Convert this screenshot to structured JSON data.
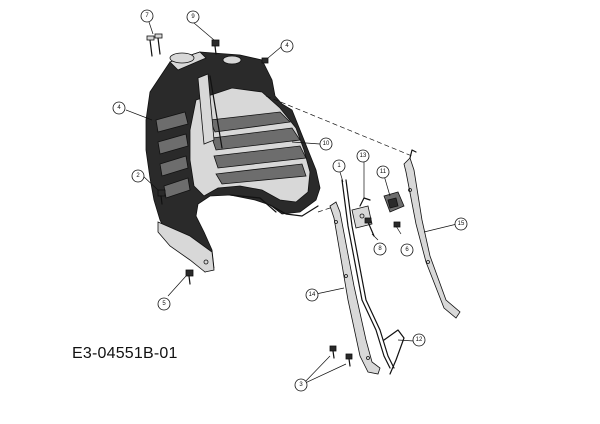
{
  "drawing_id": "E3-04551B-01",
  "callouts": {
    "c1": "1",
    "c2": "2",
    "c3": "3",
    "c4a": "4",
    "c4b": "4",
    "c5": "5",
    "c6": "6",
    "c7": "7",
    "c8": "8",
    "c9": "9",
    "c10": "10",
    "c11": "11",
    "c12": "12",
    "c13": "13",
    "c14": "14",
    "c15": "15"
  }
}
